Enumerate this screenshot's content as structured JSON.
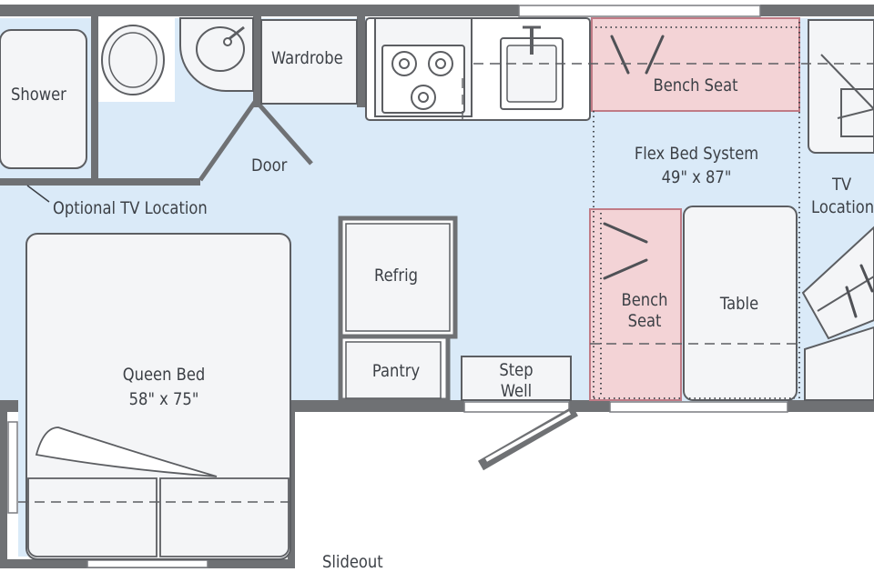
{
  "floorplan": {
    "colors": {
      "floor": "#daeaf8",
      "wall": "#6f7174",
      "fixture_fill": "#f4f5f7",
      "fixture_stroke": "#5c5e62",
      "bench_fill": "#f3d3d6",
      "bench_stroke": "#c07b86",
      "exterior": "#ffffff"
    },
    "labels": {
      "shower": "Shower",
      "wardrobe": "Wardrobe",
      "door": "Door",
      "optional_tv": "Optional TV Location",
      "bench_seat_top": "Bench Seat",
      "flex_bed_title": "Flex Bed System",
      "flex_bed_dims": "49\" x 87\"",
      "tv_location_1": "TV",
      "tv_location_2": "Location",
      "refrig": "Refrig",
      "pantry": "Pantry",
      "step_well_1": "Step",
      "step_well_2": "Well",
      "bench_seat_left_1": "Bench",
      "bench_seat_left_2": "Seat",
      "table": "Table",
      "queen_bed_title": "Queen Bed",
      "queen_bed_dims": "58\" x 75\"",
      "slideout": "Slideout"
    }
  }
}
